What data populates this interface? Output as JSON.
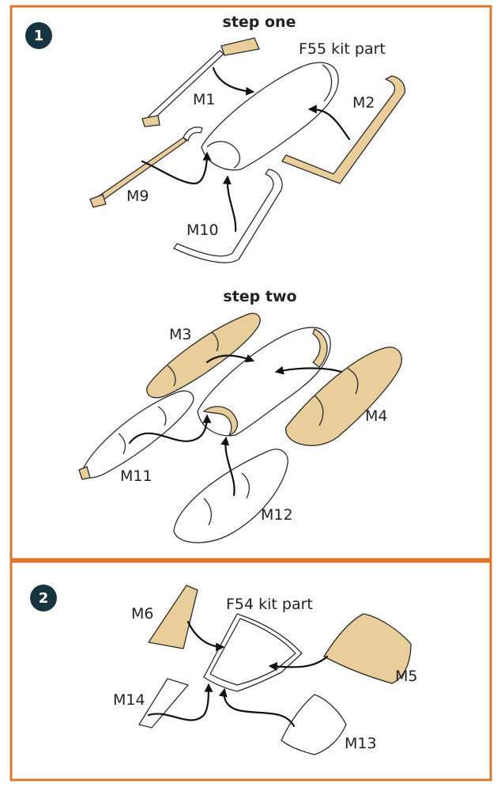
{
  "colors": {
    "frame": "#d9782d",
    "tan_mask": "#e9cd9a",
    "step_badge": "#173540"
  },
  "step1": {
    "badge": "1",
    "sub1_title": "step one",
    "sub2_title": "step two",
    "labels": {
      "kit": "F55 kit part",
      "m1": "M1",
      "m2": "M2",
      "m9": "M9",
      "m10": "M10",
      "m3": "M3",
      "m4": "M4",
      "m11": "M11",
      "m12": "M12"
    }
  },
  "step2": {
    "badge": "2",
    "labels": {
      "kit": "F54 kit part",
      "m6": "M6",
      "m5": "M5",
      "m14": "M14",
      "m13": "M13"
    }
  }
}
